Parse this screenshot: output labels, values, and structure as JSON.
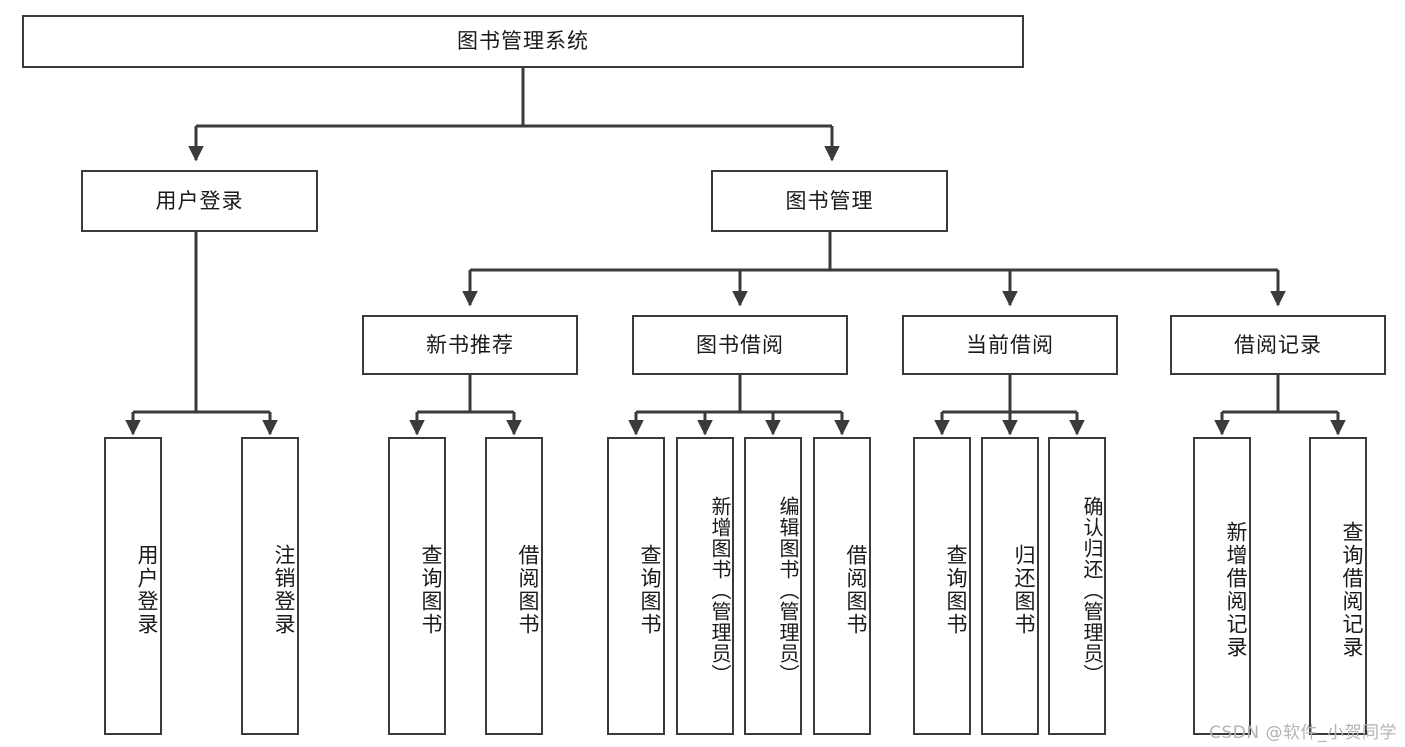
{
  "diagram": {
    "title": "图书管理系统",
    "type": "tree-hierarchy-chart",
    "watermark": "CSDN @软件_小贺同学",
    "colors": {
      "box_border": "#3a3a3a",
      "box_fill": "#ffffff",
      "connector": "#3a3a3a",
      "text": "#1a1a1a",
      "watermark": "#b4b4b4"
    },
    "root": {
      "label": "图书管理系统"
    },
    "level2": [
      {
        "id": "user-login",
        "label": "用户登录"
      },
      {
        "id": "book-manage",
        "label": "图书管理"
      }
    ],
    "level3": [
      {
        "id": "new-book-recommend",
        "label": "新书推荐"
      },
      {
        "id": "book-borrow",
        "label": "图书借阅"
      },
      {
        "id": "current-borrow",
        "label": "当前借阅"
      },
      {
        "id": "borrow-record",
        "label": "借阅记录"
      }
    ],
    "leaves": {
      "user_login": [
        {
          "id": "leaf-user-login",
          "label": "用户登录"
        },
        {
          "id": "leaf-logout-login",
          "label": "注销登录"
        }
      ],
      "new_book_recommend": [
        {
          "id": "leaf-query-book-1",
          "label": "查询图书"
        },
        {
          "id": "leaf-borrow-book-1",
          "label": "借阅图书"
        }
      ],
      "book_borrow": [
        {
          "id": "leaf-query-book-2",
          "label": "查询图书"
        },
        {
          "id": "leaf-add-book",
          "label": "新增图书（管理员）"
        },
        {
          "id": "leaf-edit-book",
          "label": "编辑图书（管理员）"
        },
        {
          "id": "leaf-borrow-book-2",
          "label": "借阅图书"
        }
      ],
      "current_borrow": [
        {
          "id": "leaf-query-book-3",
          "label": "查询图书"
        },
        {
          "id": "leaf-return-book",
          "label": "归还图书"
        },
        {
          "id": "leaf-confirm-return",
          "label": "确认归还（管理员）"
        }
      ],
      "borrow_record": [
        {
          "id": "leaf-add-record",
          "label": "新增借阅记录"
        },
        {
          "id": "leaf-query-record",
          "label": "查询借阅记录"
        }
      ]
    }
  }
}
